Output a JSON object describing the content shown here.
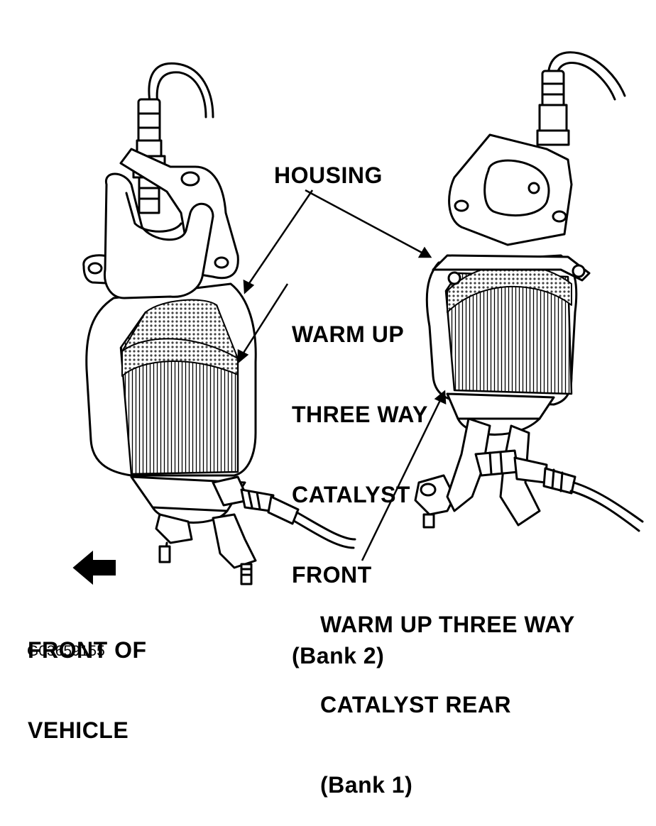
{
  "labels": {
    "housing": "HOUSING",
    "front_catalyst": [
      "WARM UP",
      "THREE WAY",
      "CATALYST",
      "FRONT",
      "(Bank 2)"
    ],
    "rear_catalyst": [
      "WARM UP THREE WAY",
      "CATALYST REAR",
      "(Bank 1)"
    ],
    "front_of_vehicle": [
      "FRONT OF",
      "VEHICLE"
    ],
    "figure_id": "G03659155"
  },
  "icons": {
    "direction_arrow": "arrow-left-down-icon"
  },
  "colors": {
    "ink": "#000000",
    "background": "#ffffff",
    "catalyst_mesh": "#7a7a7a"
  }
}
